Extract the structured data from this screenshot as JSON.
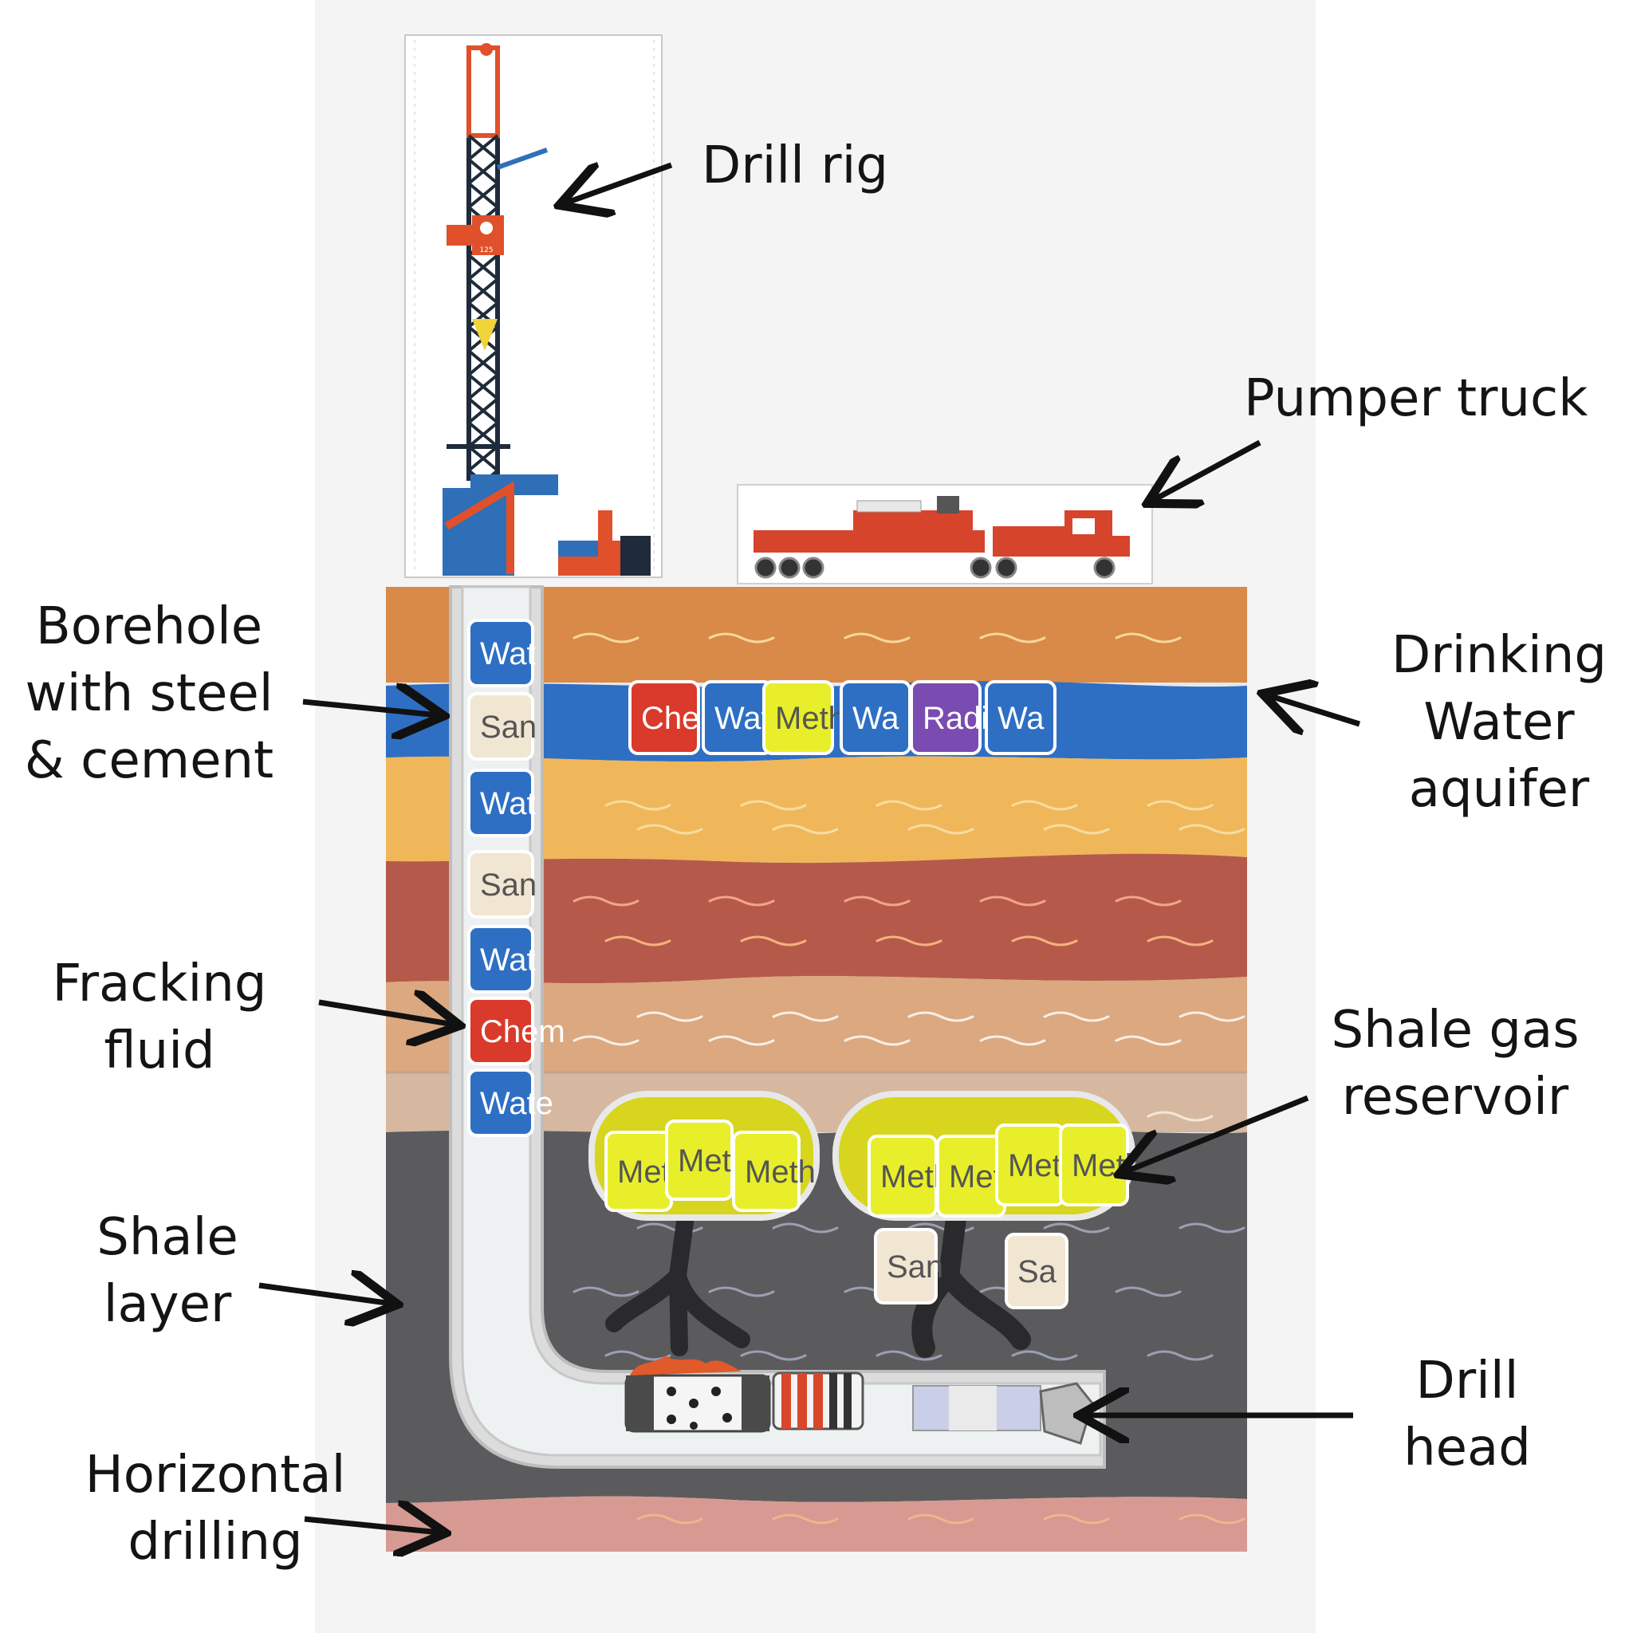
{
  "labels": {
    "drill_rig": [
      "Drill rig"
    ],
    "pumper_truck": [
      "Pumper truck"
    ],
    "borehole": [
      "Borehole",
      "with steel",
      "& cement"
    ],
    "drinking_water": [
      "Drinking",
      "Water",
      "aquifer"
    ],
    "fracking_fluid": [
      "Fracking",
      "fluid"
    ],
    "shale_gas": [
      "Shale gas",
      "reservoir"
    ],
    "shale_layer": [
      "Shale",
      "layer"
    ],
    "drill_head": [
      "Drill",
      "head"
    ],
    "horizontal_drilling": [
      "Horizontal",
      "drilling"
    ]
  },
  "borehole_cans": [
    "Wat",
    "San",
    "Wat",
    "San",
    "Wat",
    "Chem",
    "Wate"
  ],
  "aquifer_cans": [
    "Chem",
    "Wat",
    "Meth",
    "Wa",
    "Radia",
    "Wa"
  ],
  "reservoir_left_cans": [
    "Meth",
    "Meth",
    "Meth"
  ],
  "reservoir_right_cans": [
    "Meth",
    "Meth",
    "Meth",
    "Meth"
  ],
  "sand_cans": [
    "San",
    "Sa"
  ],
  "rig_marking": "125",
  "colors": {
    "water": "#2e6fc4",
    "chemical": "#d93a2b",
    "methane": "#e8ef2a",
    "radiation": "#7a4bb0",
    "sand": "#f1e6d2",
    "shale": "#5b5b5d"
  }
}
